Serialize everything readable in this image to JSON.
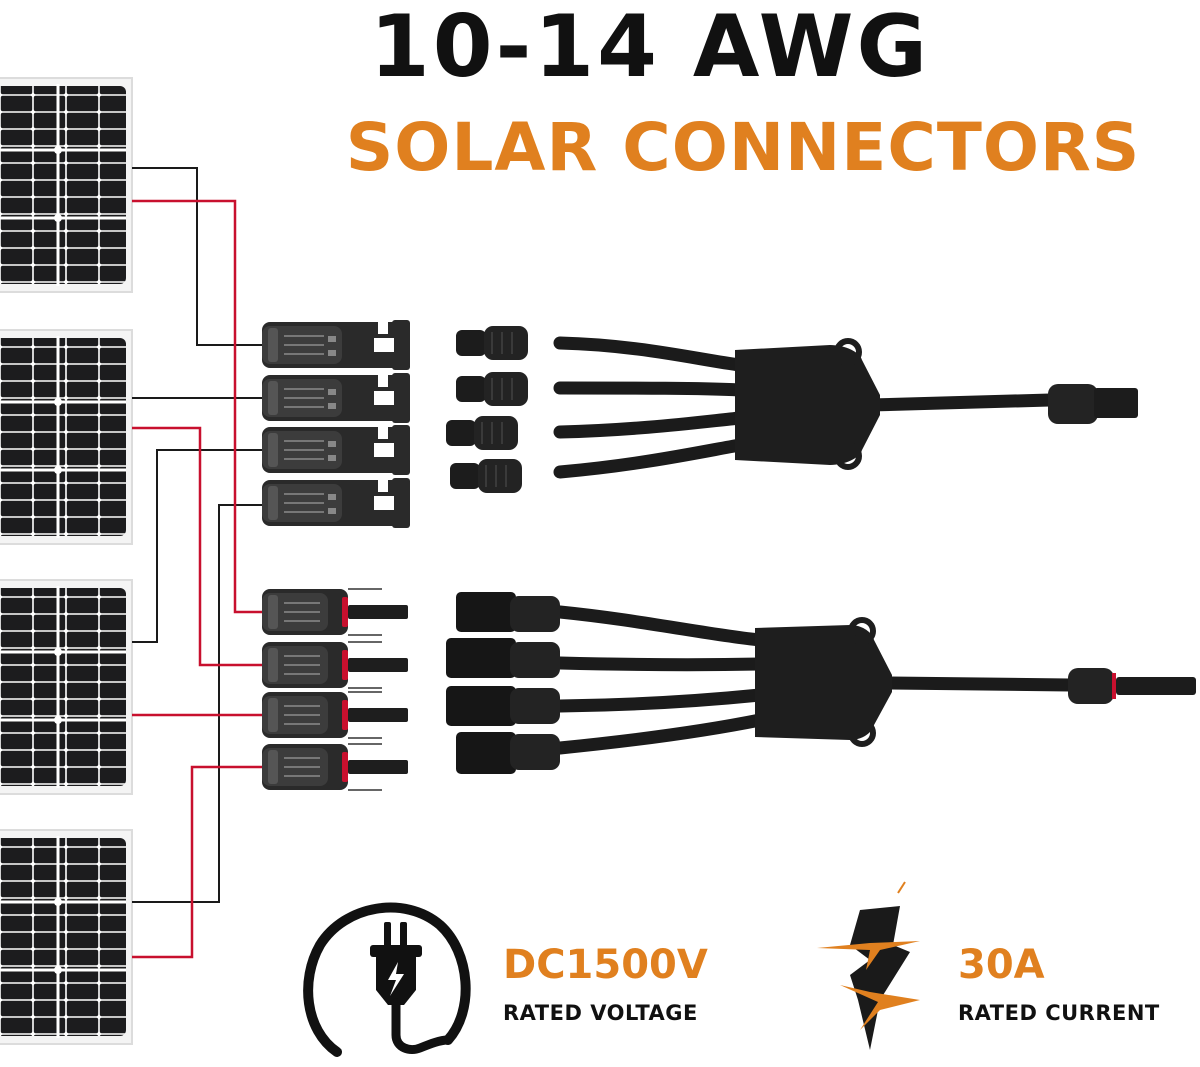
{
  "header": {
    "title_line_1": "10-14 AWG",
    "title_line_2": "SOLAR CONNECTORS"
  },
  "colors": {
    "accent_orange": "#e0801f",
    "text_black": "#111111",
    "wire_red": "#c8102e",
    "wire_black": "#1a1a1a",
    "panel_cell": "#1c1c1e",
    "panel_frame": "#e6e6e6"
  },
  "illustration": {
    "solar_panels": [
      {
        "id": 1,
        "label": "solar-panel-1"
      },
      {
        "id": 2,
        "label": "solar-panel-2"
      },
      {
        "id": 3,
        "label": "solar-panel-3"
      },
      {
        "id": 4,
        "label": "solar-panel-4"
      }
    ],
    "connector_groups": [
      {
        "name": "female-mc4-group",
        "count": 4
      },
      {
        "name": "male-mc4-group",
        "count": 4
      }
    ],
    "branch_cables": [
      {
        "name": "4-to-1-branch-cable-female-inputs",
        "branches": 4
      },
      {
        "name": "4-to-1-branch-cable-male-inputs",
        "branches": 4
      }
    ]
  },
  "specs": [
    {
      "icon": "plug-icon",
      "value": "DC1500V",
      "label": "RATED VOLTAGE"
    },
    {
      "icon": "lightning-bolt-icon",
      "value": "30A",
      "label": "RATED CURRENT"
    }
  ]
}
